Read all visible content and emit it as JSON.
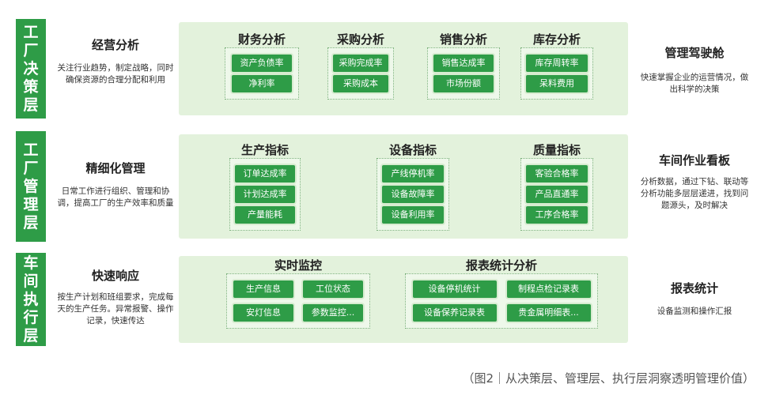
{
  "layers": [
    {
      "label": "工厂决策层",
      "left": {
        "title": "经营分析",
        "desc": "关注行业趋势，制定战略，同时确保资源的合理分配和利用"
      },
      "groups": [
        {
          "title": "财务分析",
          "items": [
            "资产负债率",
            "净利率"
          ]
        },
        {
          "title": "采购分析",
          "items": [
            "采购完成率",
            "采购成本"
          ]
        },
        {
          "title": "销售分析",
          "items": [
            "销售达成率",
            "市场份额"
          ]
        },
        {
          "title": "库存分析",
          "items": [
            "库存周转率",
            "呆料费用"
          ]
        }
      ],
      "right": {
        "title": "管理驾驶舱",
        "desc": "快速掌握企业的运营情况，做出科学的决策"
      }
    },
    {
      "label": "工厂管理层",
      "left": {
        "title": "精细化管理",
        "desc": "日常工作进行组织、管理和协调，提高工厂的生产效率和质量"
      },
      "groups": [
        {
          "title": "生产指标",
          "items": [
            "订单达成率",
            "计划达成率",
            "产量能耗"
          ]
        },
        {
          "title": "设备指标",
          "items": [
            "产线停机率",
            "设备故障率",
            "设备利用率"
          ]
        },
        {
          "title": "质量指标",
          "items": [
            "客验合格率",
            "产品直通率",
            "工序合格率"
          ]
        }
      ],
      "right": {
        "title": "车间作业看板",
        "desc": "分析数据，通过下钻、联动等分析功能多层层递进，找到问题源头，及时解决"
      }
    },
    {
      "label": "车间执行层",
      "left": {
        "title": "快速响应",
        "desc": "按生产计划和班组要求，完成每天的生产任务。异常报警、操作记录，快速传达"
      },
      "groups": [
        {
          "title": "实时监控",
          "items": [
            "生产信息",
            "工位状态",
            "安灯信息",
            "参数监控..."
          ]
        },
        {
          "title": "报表统计分析",
          "items": [
            "设备停机统计",
            "制程点检记录表",
            "设备保养记录表",
            "贵金属明细表..."
          ]
        }
      ],
      "right": {
        "title": "报表统计",
        "desc": "设备监测和操作汇报"
      }
    }
  ],
  "caption": "（图2｜从决策层、管理层、执行层洞察透明管理价值）"
}
